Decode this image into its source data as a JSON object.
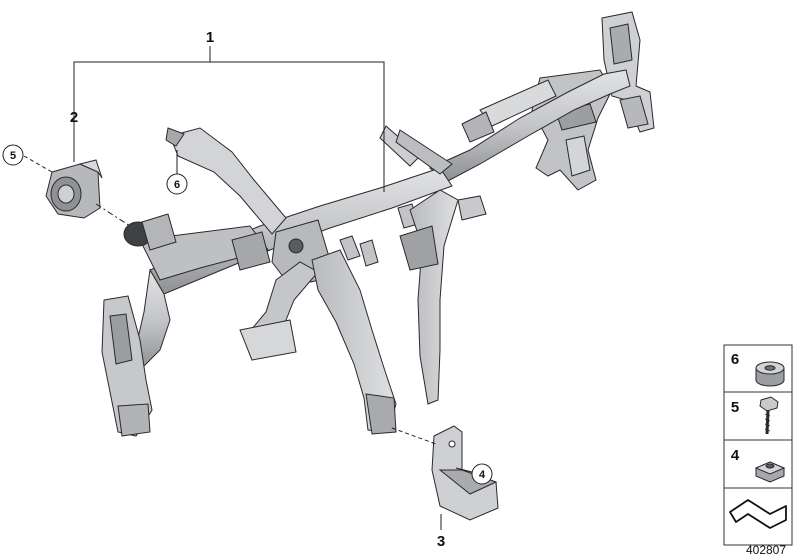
{
  "callouts": {
    "c1": "1",
    "c2": "2",
    "c3": "3",
    "c4": "4",
    "c5": "5",
    "c6": "6"
  },
  "legend": {
    "items": [
      {
        "number": "6",
        "part": "spacer-ring"
      },
      {
        "number": "5",
        "part": "hex-screw"
      },
      {
        "number": "4",
        "part": "hex-nut"
      }
    ]
  },
  "document_number": "402807",
  "colors": {
    "part_fill": "#c9cacd",
    "part_shade": "#9fa1a5",
    "part_dark": "#6f7175",
    "outline": "#2a2a2a",
    "leader": "#222222"
  }
}
